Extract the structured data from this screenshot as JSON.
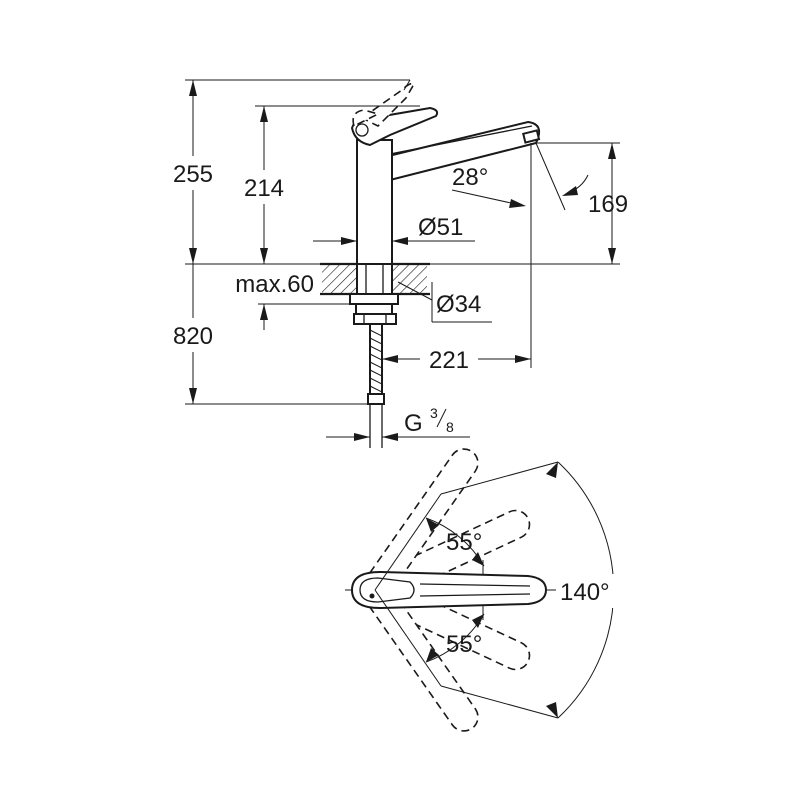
{
  "side_view": {
    "total_height": "255",
    "lever_height": "214",
    "spout_angle": "28°",
    "spout_height": "169",
    "base_diameter": "Ø51",
    "max_deck_thickness": "max.60",
    "hole_diameter": "Ø34",
    "hose_length": "820",
    "spout_reach": "221",
    "connection_g": "G",
    "connection_num": "3",
    "connection_den": "8"
  },
  "top_view": {
    "angle_upper": "55°",
    "angle_lower": "55°",
    "angle_total": "140°"
  }
}
